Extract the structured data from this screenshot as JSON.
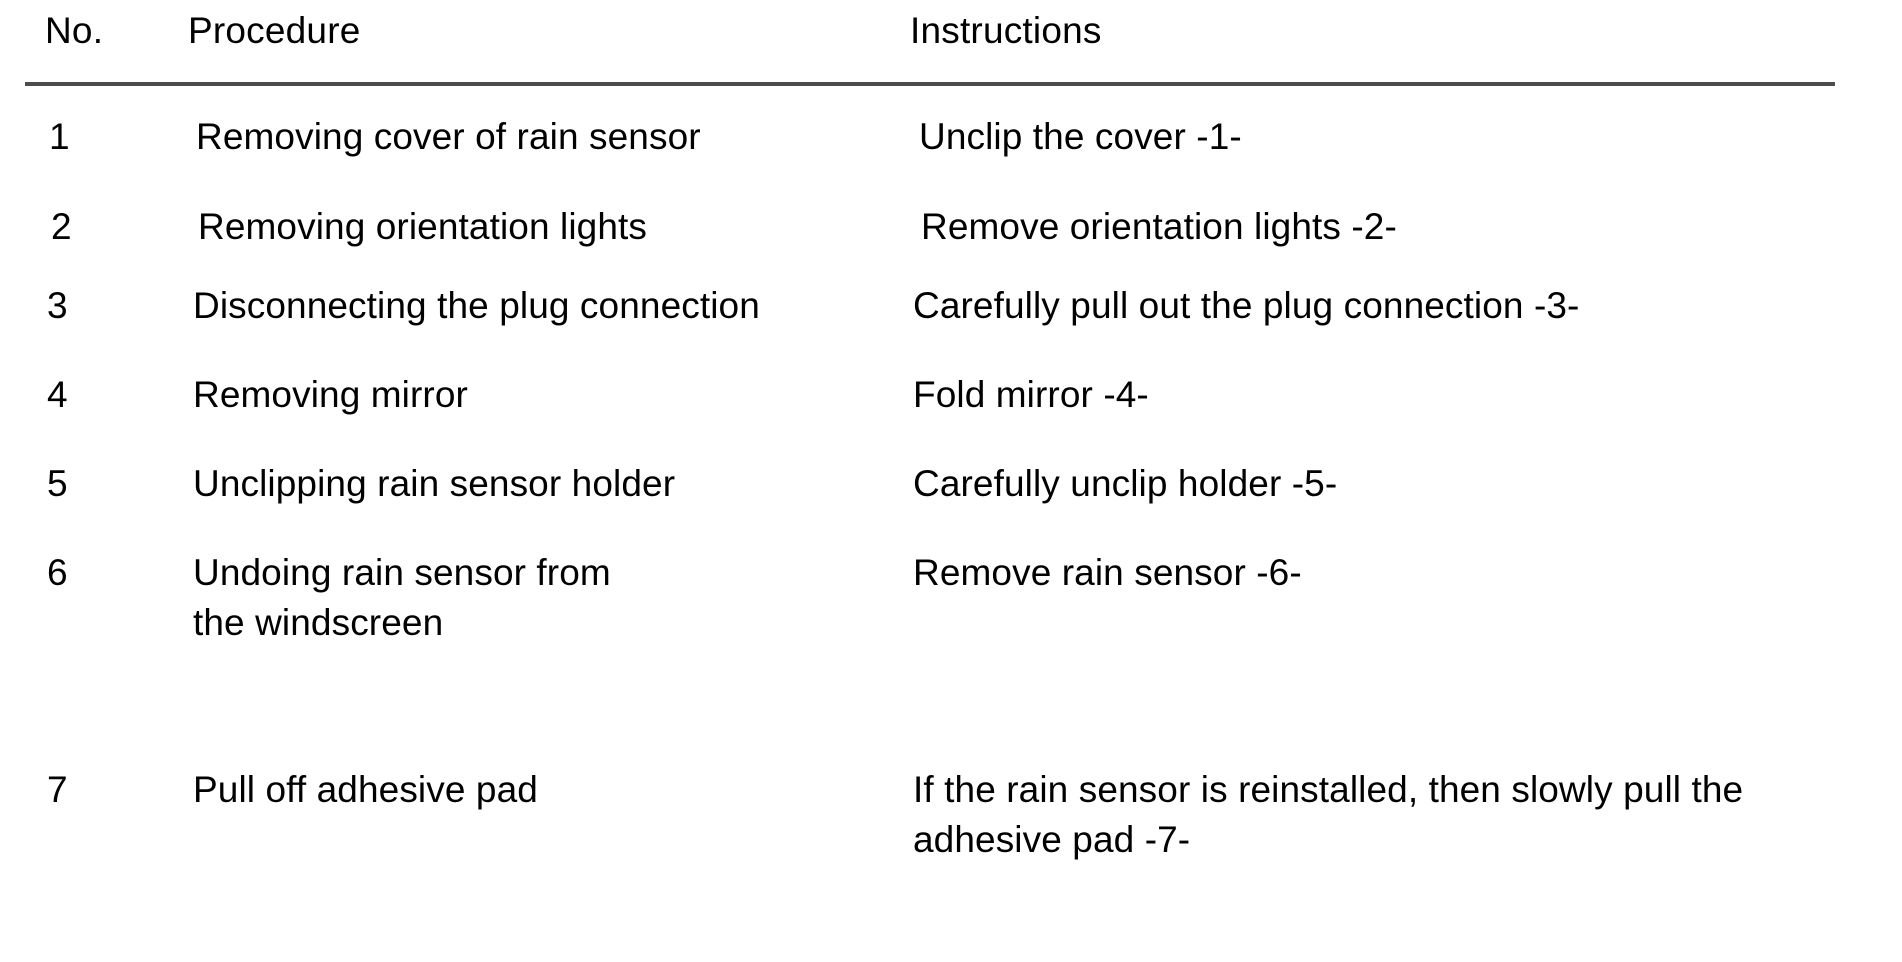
{
  "document": {
    "type": "procedure-table",
    "background_color": "#ffffff",
    "text_color": "#000000",
    "rule_color": "#4d4d4d"
  },
  "table": {
    "headers": {
      "no": "No.",
      "procedure": "Procedure",
      "instructions": "Instructions"
    },
    "rows": [
      {
        "no": "1",
        "procedure": "Removing cover of rain sensor",
        "instructions": "Unclip the cover -1-"
      },
      {
        "no": "2",
        "procedure": "Removing orientation lights",
        "instructions": "Remove orientation lights -2-"
      },
      {
        "no": "3",
        "procedure": "Disconnecting the plug connection",
        "instructions": "Carefully pull out the plug connection -3-"
      },
      {
        "no": "4",
        "procedure": "Removing mirror",
        "instructions": "Fold mirror -4-"
      },
      {
        "no": "5",
        "procedure": "Unclipping rain sensor holder",
        "instructions": "Carefully unclip holder -5-"
      },
      {
        "no": "6",
        "procedure": "Undoing rain sensor from the windscreen",
        "instructions": "Remove rain sensor -6-"
      },
      {
        "no": "7",
        "procedure": "Pull off adhesive pad",
        "instructions": "If the rain sensor is reinstalled, then slowly pull the adhesive pad -7-"
      }
    ]
  }
}
